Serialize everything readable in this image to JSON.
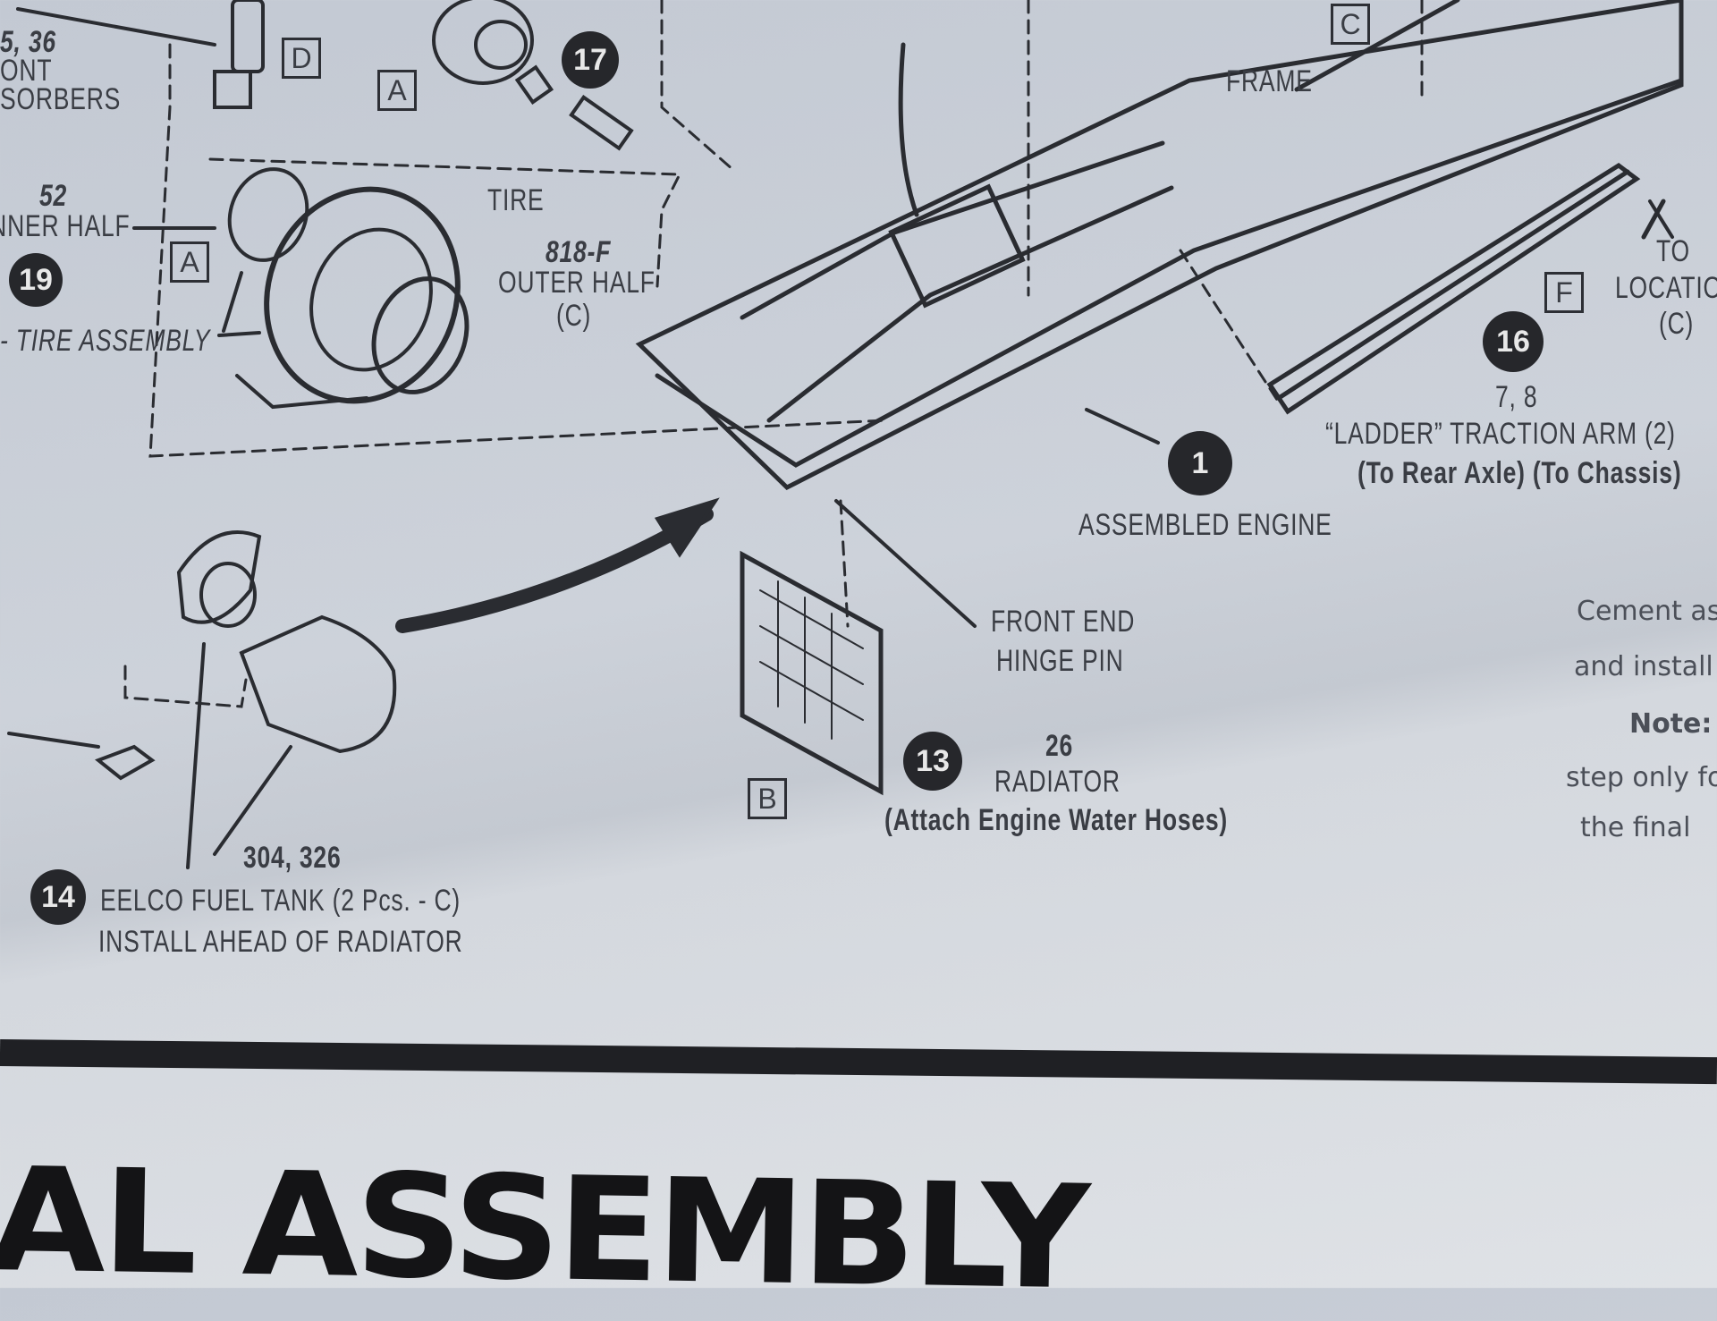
{
  "labels": {
    "shock_parts": "5, 36",
    "shock_line1": "ONT",
    "shock_line2": "SORBERS",
    "tire_inner_num": "52",
    "tire_inner": "INNER HALF",
    "tire_assembly": "- TIRE ASSEMBLY",
    "tire": "TIRE",
    "tire_outer_num": "818-F",
    "tire_outer": "OUTER HALF",
    "tire_outer_tree": "(C)",
    "frame": "FRAME",
    "to": "TO",
    "location": "LOCATIO",
    "location_tree": "(C)",
    "traction_parts": "7, 8",
    "traction_arm": "“LADDER” TRACTION ARM (2)",
    "traction_note": "(To Rear Axle) (To Chassis)",
    "assembled_engine": "ASSEMBLED ENGINE",
    "front_end": "FRONT END",
    "hinge_pin": "HINGE PIN",
    "radiator_part": "26",
    "radiator": "RADIATOR",
    "radiator_note": "(Attach Engine Water Hoses)",
    "fuel_parts": "304, 326",
    "fuel_tank": "EELCO FUEL TANK (2 Pcs. - C)",
    "fuel_note": "INSTALL AHEAD OF RADIATOR"
  },
  "steps": {
    "s17": "17",
    "s19": "19",
    "s16": "16",
    "s1": "1",
    "s13": "13",
    "s14": "14"
  },
  "trees": {
    "d": "D",
    "a1": "A",
    "a2": "A",
    "c": "C",
    "f": "F",
    "b": "B"
  },
  "side_text": {
    "line1": "Cement ass",
    "line2": "and install",
    "note": "Note:",
    "line3": "step only fo",
    "line4": "the final"
  },
  "heading": "AL ASSEMBLY"
}
